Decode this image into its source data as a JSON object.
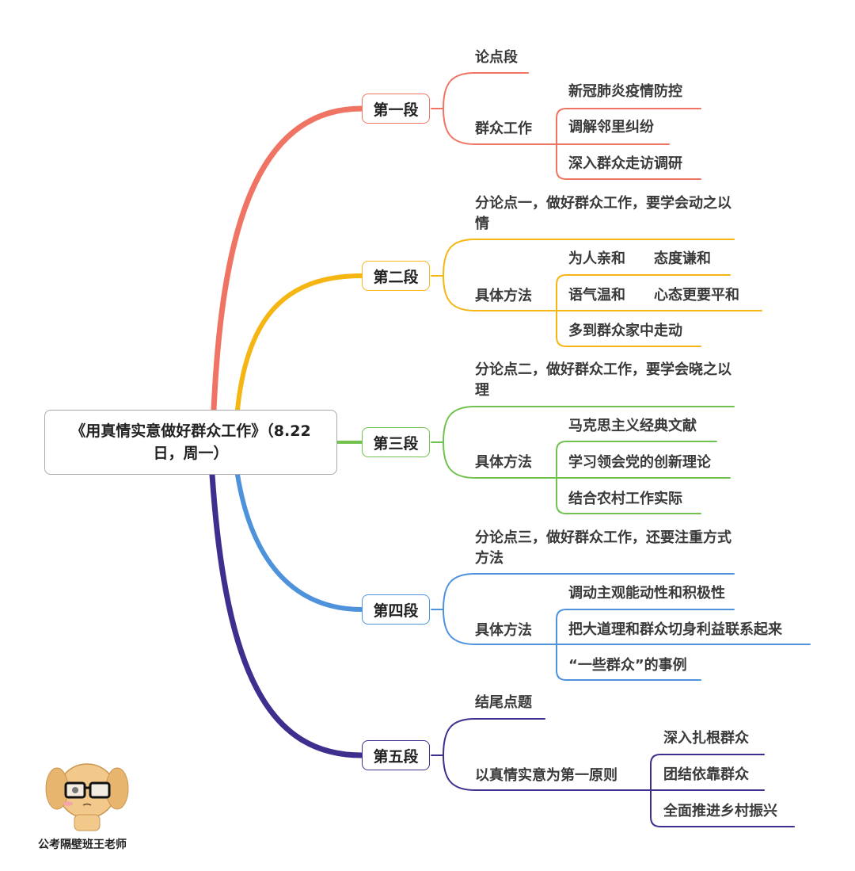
{
  "root": {
    "title": "《用真情实意做好群众工作》（8.22日，周一）"
  },
  "colors": {
    "p1": "#f07463",
    "p2": "#f5b614",
    "p3": "#72c250",
    "p4": "#4f92dc",
    "p5": "#3e2e8e"
  },
  "branches": [
    {
      "label": "第一段",
      "children": [
        {
          "label": "论点段"
        },
        {
          "label": "群众工作",
          "children": [
            "新冠肺炎疫情防控",
            "调解邻里纠纷",
            "深入群众走访调研"
          ]
        }
      ]
    },
    {
      "label": "第二段",
      "children": [
        {
          "label": "分论点一，做好群众工作，要学会动之以情"
        },
        {
          "label": "具体方法",
          "children": [
            "为人亲和　　态度谦和",
            "语气温和　　心态更要平和",
            "多到群众家中走动"
          ]
        }
      ]
    },
    {
      "label": "第三段",
      "children": [
        {
          "label": "分论点二，做好群众工作，要学会晓之以理"
        },
        {
          "label": "具体方法",
          "children": [
            "马克思主义经典文献",
            "学习领会党的创新理论",
            "结合农村工作实际"
          ]
        }
      ]
    },
    {
      "label": "第四段",
      "children": [
        {
          "label": "分论点三，做好群众工作，还要注重方式方法"
        },
        {
          "label": "具体方法",
          "children": [
            "调动主观能动性和积极性",
            "把大道理和群众切身利益联系起来",
            "“一些群众”的事例"
          ]
        }
      ]
    },
    {
      "label": "第五段",
      "children": [
        {
          "label": "结尾点题"
        },
        {
          "label": "以真情实意为第一原则",
          "children": [
            "深入扎根群众",
            "团结依靠群众",
            "全面推进乡村振兴"
          ]
        }
      ]
    }
  ],
  "watermark": {
    "text": "公考隔壁班王老师"
  }
}
